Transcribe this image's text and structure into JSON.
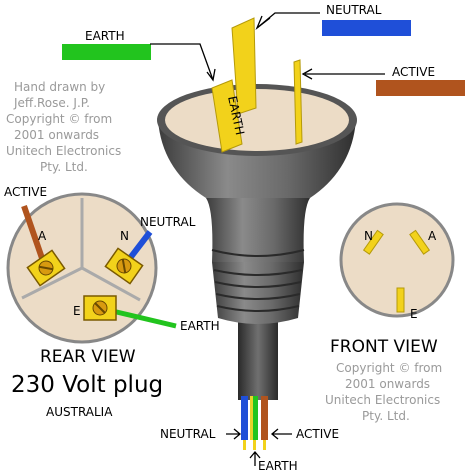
{
  "labels": {
    "neutral_top": "NEUTRAL",
    "earth_top": "EARTH",
    "active_top": "ACTIVE",
    "earth_pin": "EARTH",
    "active_rear": "ACTIVE",
    "neutral_rear": "NEUTRAL",
    "earth_rear": "EARTH",
    "rear_a": "A",
    "rear_n": "N",
    "rear_e": "E",
    "front_n": "N",
    "front_a": "A",
    "front_e": "E",
    "neutral_bottom": "NEUTRAL",
    "active_bottom": "ACTIVE",
    "earth_bottom": "EARTH"
  },
  "credit_left": [
    "Hand drawn by",
    "Jeff.Rose. J.P.",
    "Copyright © from",
    "2001 onwards",
    "Unitech Electronics",
    "Pty. Ltd."
  ],
  "credit_right": [
    "Copyright © from",
    "2001 onwards",
    "Unitech Electronics",
    "Pty. Ltd."
  ],
  "rear_view": "REAR VIEW",
  "plug_title": "230 Volt plug",
  "country": "AUSTRALIA",
  "front_view": "FRONT VIEW",
  "colors": {
    "earth_green": "#22c41e",
    "neutral_blue": "#1f4fd8",
    "active_brown": "#b0541e",
    "pin_yellow": "#f2d21b",
    "body_grey": "#6f6f6f",
    "face_beige": "#ecdcc6"
  }
}
